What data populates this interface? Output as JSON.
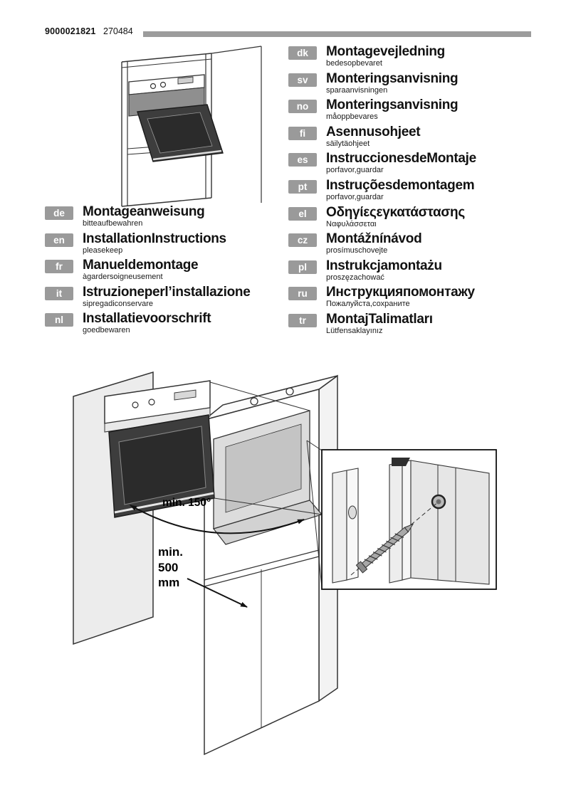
{
  "header": {
    "doc_number": "9000021821",
    "print_code": "270484"
  },
  "languages_right": [
    {
      "code": "dk",
      "title": "Montagevejledning",
      "subtitle": "bedesopbevaret"
    },
    {
      "code": "sv",
      "title": "Monteringsanvisning",
      "subtitle": "sparaanvisningen"
    },
    {
      "code": "no",
      "title": "Monteringsanvisning",
      "subtitle": "måoppbevares"
    },
    {
      "code": "fi",
      "title": "Asennusohjeet",
      "subtitle": "säilytäohjeet"
    },
    {
      "code": "es",
      "title": "InstruccionesdeMontaje",
      "subtitle": "porfavor,guardar"
    },
    {
      "code": "pt",
      "title": "Instruçõesdemontagem",
      "subtitle": "porfavor,guardar"
    },
    {
      "code": "el",
      "title": "Οδηγίεςεγκατάστασης",
      "subtitle": "Ναφυλάσσεται"
    },
    {
      "code": "cz",
      "title": "Montážnínávod",
      "subtitle": "prosímuschovejte"
    },
    {
      "code": "pl",
      "title": "Instrukcjamontażu",
      "subtitle": "proszęzachować"
    },
    {
      "code": "ru",
      "title": "Инструкцияпомонтажу",
      "subtitle": "Пожалуйста,сохраните"
    },
    {
      "code": "tr",
      "title": "MontajTalimatları",
      "subtitle": "Lütfensaklayınız"
    }
  ],
  "languages_left": [
    {
      "code": "de",
      "title": "Montageanweisung",
      "subtitle": "bitteaufbewahren"
    },
    {
      "code": "en",
      "title": "InstallationInstructions",
      "subtitle": "pleasekeep"
    },
    {
      "code": "fr",
      "title": "Manueldemontage",
      "subtitle": "àgardersoigneusement"
    },
    {
      "code": "it",
      "title": "Istruzioneperl’installazione",
      "subtitle": "sipregadiconservare"
    },
    {
      "code": "nl",
      "title": "Installatievoorschrift",
      "subtitle": "goedbewaren"
    }
  ],
  "diagram": {
    "angle_label": "min. 150°",
    "depth_label": "min.\n500\nmm"
  },
  "colors": {
    "tag_background": "#9a9a9a",
    "header_bar": "#9c9c9c",
    "line": "#333333",
    "door_dark": "#3d3d3d"
  }
}
